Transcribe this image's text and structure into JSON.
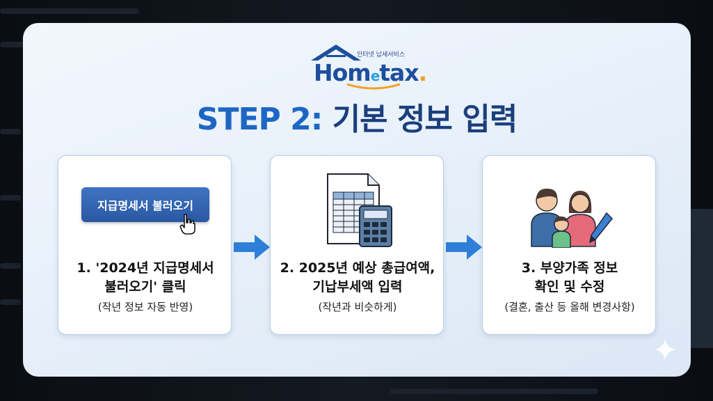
{
  "logo": {
    "subtitle": "인터넷 납세서비스",
    "word_home": "Hom",
    "word_e": "e",
    "word_tax": "tax",
    "word_dot": "."
  },
  "title": {
    "step": "STEP 2:",
    "text": "기본 정보 입력"
  },
  "steps": [
    {
      "button_label": "지급명세서 불러오기",
      "caption_line1": "1. '2024년 지급명세서",
      "caption_line2": "불러오기' 클릭",
      "note": "(작년 정보 자동 반영)"
    },
    {
      "caption_line1": "2. 2025년 예상 총급여액,",
      "caption_line2": "기납부세액 입력",
      "note": "(작년과 비슷하게)"
    },
    {
      "caption_line1": "3. 부양가족 정보",
      "caption_line2": "확인 및 수정",
      "note": "(결혼, 출산 등 올해 변경사항)"
    }
  ],
  "colors": {
    "title": "#1b3f7c",
    "accent": "#1e66c4",
    "arrow": "#2f7fd8"
  },
  "icons": [
    "cursor-hand-icon",
    "spreadsheet-icon",
    "calculator-icon",
    "family-icon",
    "pen-icon",
    "arrow-right-icon",
    "sparkle-icon",
    "house-roof-icon"
  ]
}
